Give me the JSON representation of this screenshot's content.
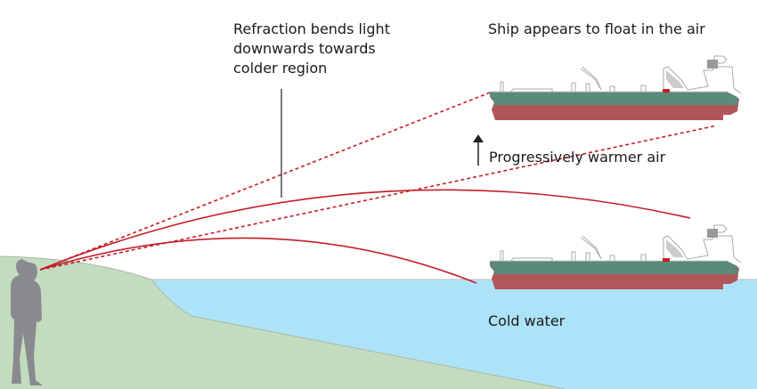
{
  "labels": {
    "refraction": [
      "Refraction bends light",
      "downwards towards",
      "colder region"
    ],
    "mirage_ship": "Ship appears to float in the air",
    "warmer_air": "Progressively warmer air",
    "cold_water": "Cold water"
  },
  "colors": {
    "land": "#c3dcc0",
    "water": "#ade3f8",
    "light_ray": "#c41e2a",
    "ship_upper_hull": "#5a8a7a",
    "ship_lower_hull": "#b05558",
    "person": "#8a8a8e"
  }
}
